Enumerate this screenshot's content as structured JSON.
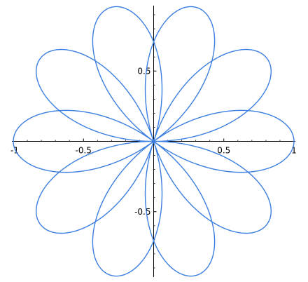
{
  "chart_data": {
    "type": "line",
    "title": "",
    "xlabel": "",
    "ylabel": "",
    "xlim": [
      -1,
      1
    ],
    "ylim": [
      -0.95,
      0.95
    ],
    "grid": false,
    "legend": "none",
    "series": [
      {
        "curve": "rose r = sin(5θ/2), θ in [0, 4π]",
        "samples": 1000,
        "color": "#3c7fe0"
      }
    ],
    "x_ticks": [
      {
        "value": -1,
        "label": "-1"
      },
      {
        "value": -0.5,
        "label": "-0.5"
      },
      {
        "value": 0.5,
        "label": "0.5"
      },
      {
        "value": 1,
        "label": "1"
      }
    ],
    "y_ticks": [
      {
        "value": 0.5,
        "label": "0.5"
      },
      {
        "value": -0.5,
        "label": "-0.5"
      }
    ],
    "x_minor_step": 0.1,
    "y_minor_step": 0.1,
    "axis_color": "#000000"
  }
}
